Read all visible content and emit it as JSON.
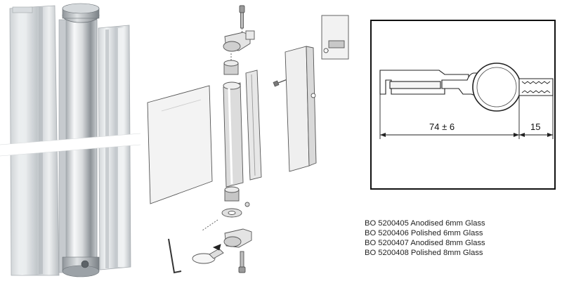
{
  "profile_diagram": {
    "dimension_width": "74 ± 6",
    "dimension_offset": "15"
  },
  "products": [
    "BO 5200405 Anodised 6mm Glass",
    "BO 5200406 Polished 6mm Glass",
    "BO 5200407 Anodised 8mm Glass",
    "BO 5200408 Polished 8mm Glass"
  ]
}
